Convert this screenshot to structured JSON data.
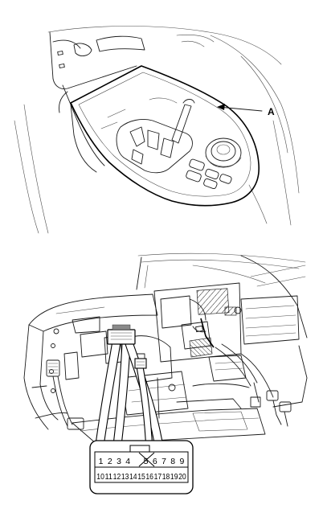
{
  "callout_a": {
    "label": "A"
  },
  "connector": {
    "top_row": [
      "1",
      "2",
      "3",
      "4",
      "",
      "5",
      "6",
      "7",
      "8",
      "9"
    ],
    "bottom_row": [
      "10",
      "11",
      "12",
      "13",
      "14",
      "15",
      "16",
      "17",
      "18",
      "19",
      "20"
    ]
  }
}
